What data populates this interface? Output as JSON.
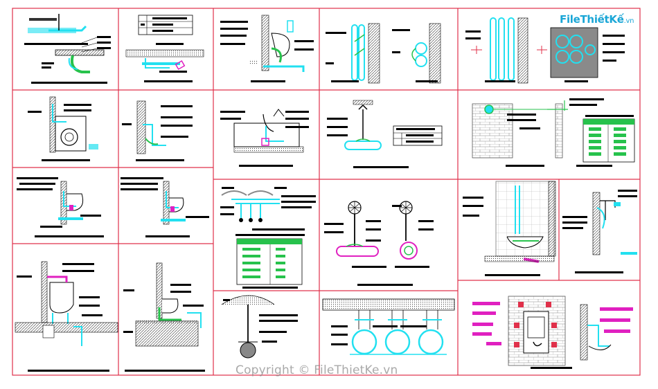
{
  "brand": {
    "name": "FileThiếtKế",
    "suffix": ".vn"
  },
  "watermark": {
    "text": "Copyright © FileThietKe.vn"
  },
  "colors": {
    "frame": "#e0304a",
    "pipe": "#22e0f0",
    "green": "#27c24c",
    "magenta": "#e020c0",
    "gray": "#9a9a9a",
    "line": "#000000"
  }
}
